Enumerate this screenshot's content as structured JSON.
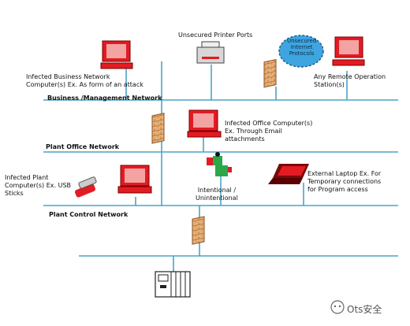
{
  "networks": {
    "business": "Business /Management Network",
    "office": "Plant Office Network",
    "control": "Plant Control Network"
  },
  "labels": {
    "infected_business": "Infected Business Network\nComputer(s) Ex. As form of an attack",
    "printer_ports": "Unsecured Printer Ports",
    "internet_cloud": "Unsecured\nInternet\nProtocols",
    "remote_station": "Any Remote Operation\nStation(s)",
    "infected_office": "Infected Office Computer(s)\nEx. Through Email\nattachments",
    "infected_plant": "Infected Plant\nComputer(s) Ex. USB\nSticks",
    "intentional": "Intentional /\nUnintentional",
    "laptop": "External Laptop Ex. For\nTemporary connections\nfor Program access"
  },
  "watermark": "Ots安全",
  "colors": {
    "line": "#4aa3c8",
    "computer": "#e31b23",
    "cloud": "#3ea5e0",
    "firewall": "#e1a86c"
  }
}
